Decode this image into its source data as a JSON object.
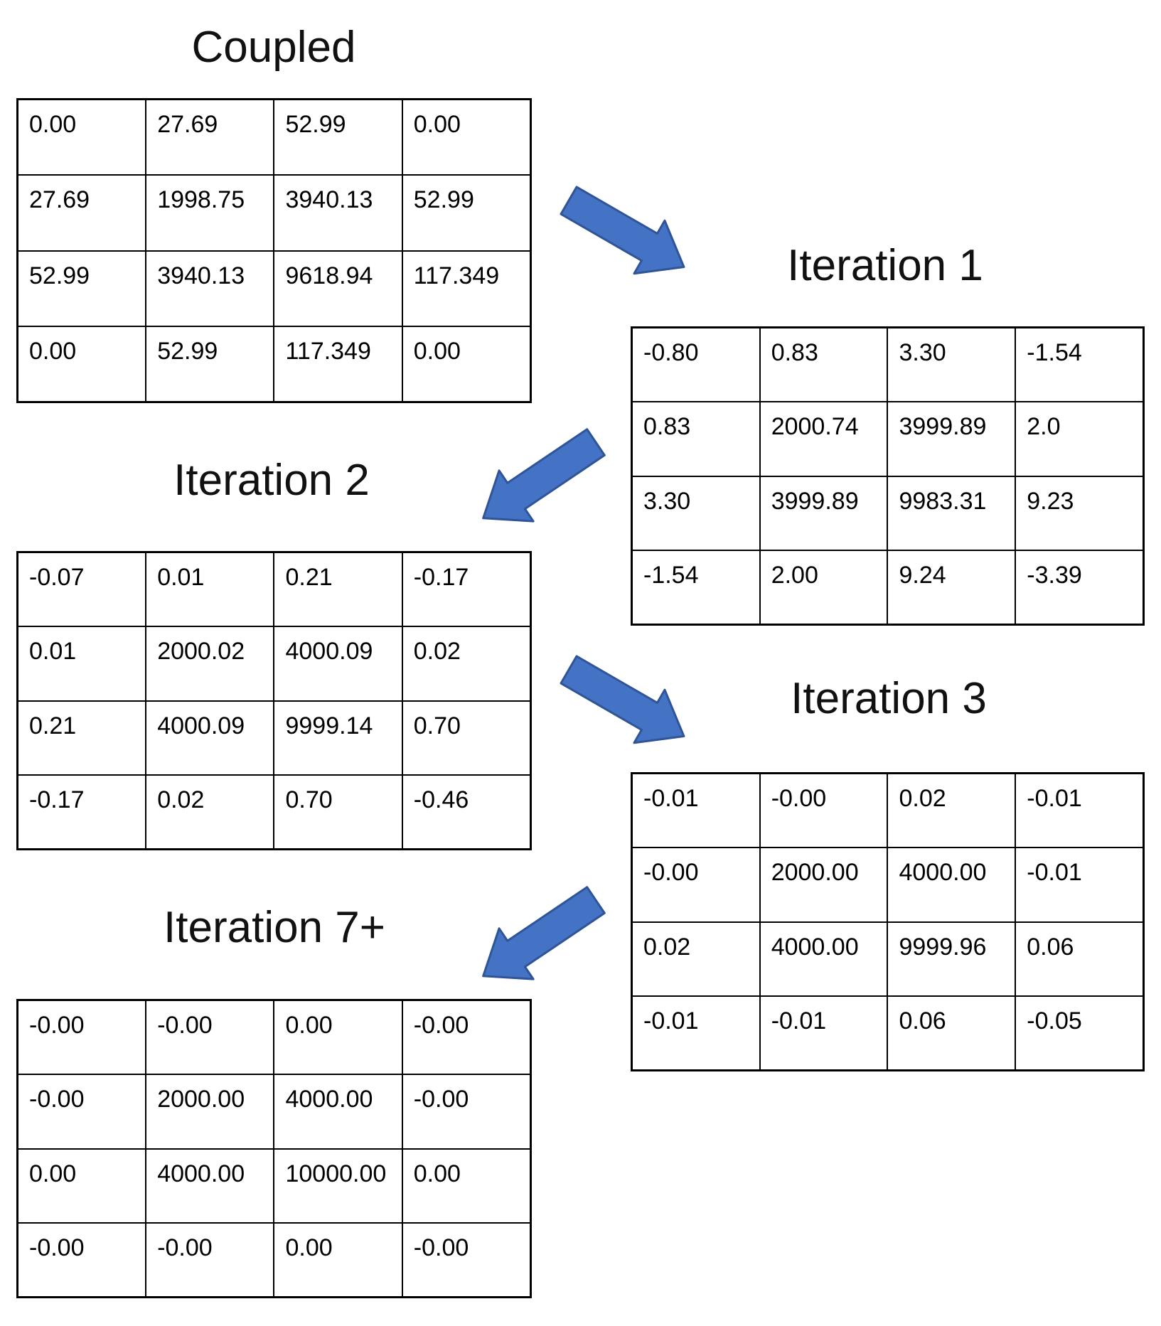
{
  "diagram": {
    "arrow_fill": "#4472C4",
    "arrow_stroke": "#2F5597",
    "panels": [
      {
        "id": "coupled",
        "title": "Coupled",
        "rows": [
          [
            "0.00",
            "27.69",
            "52.99",
            "0.00"
          ],
          [
            "27.69",
            "1998.75",
            "3940.13",
            "52.99"
          ],
          [
            "52.99",
            "3940.13",
            "9618.94",
            "117.349"
          ],
          [
            "0.00",
            "52.99",
            "117.349",
            "0.00"
          ]
        ]
      },
      {
        "id": "iteration-1",
        "title": "Iteration 1",
        "rows": [
          [
            "-0.80",
            "0.83",
            "3.30",
            "-1.54"
          ],
          [
            "0.83",
            "2000.74",
            "3999.89",
            "2.0"
          ],
          [
            "3.30",
            "3999.89",
            "9983.31",
            "9.23"
          ],
          [
            "-1.54",
            "2.00",
            "9.24",
            "-3.39"
          ]
        ]
      },
      {
        "id": "iteration-2",
        "title": "Iteration 2",
        "rows": [
          [
            "-0.07",
            "0.01",
            "0.21",
            "-0.17"
          ],
          [
            "0.01",
            "2000.02",
            "4000.09",
            "0.02"
          ],
          [
            "0.21",
            "4000.09",
            "9999.14",
            "0.70"
          ],
          [
            "-0.17",
            "0.02",
            "0.70",
            "-0.46"
          ]
        ]
      },
      {
        "id": "iteration-3",
        "title": "Iteration 3",
        "rows": [
          [
            "-0.01",
            "-0.00",
            "0.02",
            "-0.01"
          ],
          [
            "-0.00",
            "2000.00",
            "4000.00",
            "-0.01"
          ],
          [
            "0.02",
            "4000.00",
            "9999.96",
            "0.06"
          ],
          [
            "-0.01",
            "-0.01",
            "0.06",
            "-0.05"
          ]
        ]
      },
      {
        "id": "iteration-7plus",
        "title": "Iteration 7+",
        "rows": [
          [
            "-0.00",
            "-0.00",
            "0.00",
            "-0.00"
          ],
          [
            "-0.00",
            "2000.00",
            "4000.00",
            "-0.00"
          ],
          [
            "0.00",
            "4000.00",
            "10000.00",
            "0.00"
          ],
          [
            "-0.00",
            "-0.00",
            "0.00",
            "-0.00"
          ]
        ]
      }
    ]
  }
}
